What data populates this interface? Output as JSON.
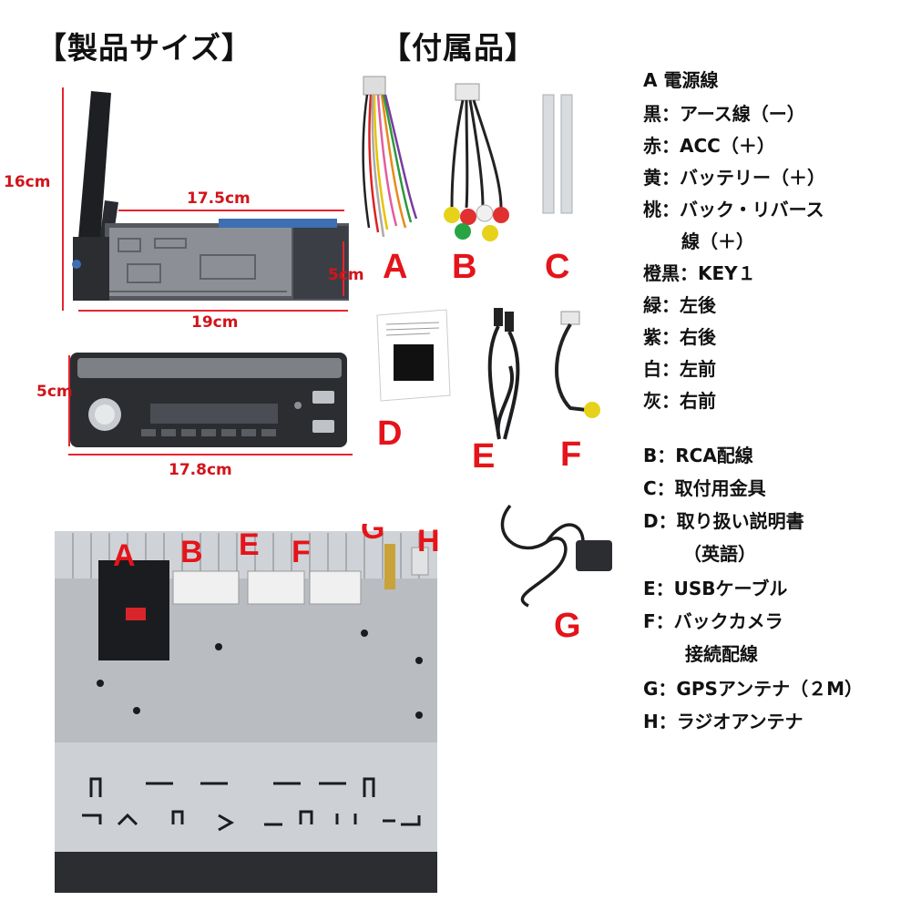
{
  "headers": {
    "size": "【製品サイズ】",
    "accessories": "【付属品】"
  },
  "dimensions": {
    "height_side": "16cm",
    "depth_body": "17.5cm",
    "height_body": "5cm",
    "depth_total": "19cm",
    "front_height": "5cm",
    "front_width": "17.8cm"
  },
  "accessory_letters": [
    "A",
    "B",
    "C",
    "D",
    "E",
    "F",
    "G"
  ],
  "rear_labels": [
    "A",
    "B",
    "E",
    "F",
    "G",
    "H"
  ],
  "legend": {
    "a_title": "A 電源線",
    "a_items": [
      "黒：アース線（ー）",
      "赤：ACC（＋）",
      "黄：バッテリー（＋）",
      "桃：バック・リバース",
      "線（＋）",
      "橙黒：KEY１",
      "緑：左後",
      "紫：右後",
      "白：左前",
      "灰：右前"
    ],
    "others": [
      "B：RCA配線",
      "C：取付用金具",
      "D：取り扱い説明書",
      "（英語）",
      "E：USBケーブル",
      "F：バックカメラ",
      "接続配線",
      "G：GPSアンテナ（２M）",
      "H：ラジオアンテナ"
    ]
  },
  "colors": {
    "accent_red": "#e4141a",
    "guide_line": "#e62430",
    "metal": "#b9bdc2",
    "device_dark": "#2b2d31"
  }
}
